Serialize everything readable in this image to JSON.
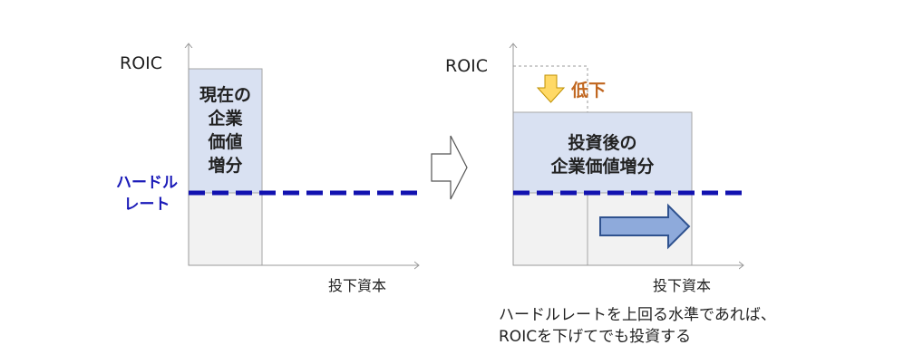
{
  "left": {
    "y_label": "ROIC",
    "x_label": "投下資本",
    "box_lines": [
      "現在の",
      "企業",
      "価値",
      "増分"
    ],
    "hurdle_lines": [
      "ハードル",
      "レート"
    ]
  },
  "right": {
    "y_label": "ROIC",
    "x_label": "投下資本",
    "box_lines": [
      "投資後の",
      "企業価値増分"
    ],
    "decrease_label": "低下"
  },
  "caption_lines": [
    "ハードルレートを上回る水準であれば、",
    "ROICを下げてでも投資する"
  ],
  "colors": {
    "hurdle": "#1212b0",
    "value_box": "#d9e1f2",
    "base_box": "#f2f2f2",
    "arrow_fill": "#8eaadb",
    "arrow_stroke": "#2f528f",
    "down_arrow": "#ffd966",
    "down_label": "#c0661f"
  }
}
